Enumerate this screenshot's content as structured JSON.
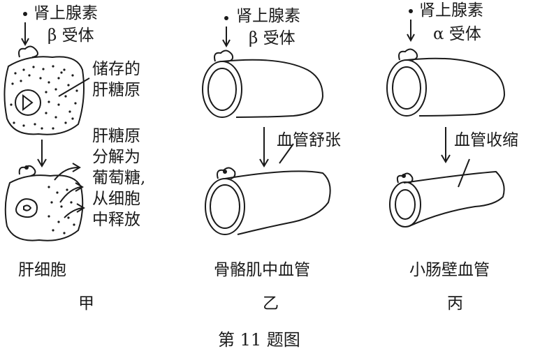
{
  "panel_a": {
    "hormone": "肾上腺素",
    "receptor": "β 受体",
    "stored_label_line1": "储存的",
    "stored_label_line2": "肝糖原",
    "process_line1": "肝糖原",
    "process_line2": "分解为",
    "process_line3": "葡萄糖,",
    "process_line4": "从细胞",
    "process_line5": "中释放",
    "cell_name": "肝细胞",
    "panel_label": "甲"
  },
  "panel_b": {
    "hormone": "肾上腺素",
    "receptor": "β 受体",
    "effect": "血管舒张",
    "vessel_name": "骨骼肌中血管",
    "panel_label": "乙"
  },
  "panel_c": {
    "hormone": "肾上腺素",
    "receptor": "α 受体",
    "effect": "血管收缩",
    "vessel_name": "小肠壁血管",
    "panel_label": "丙"
  },
  "figure_caption": "第 11 题图"
}
